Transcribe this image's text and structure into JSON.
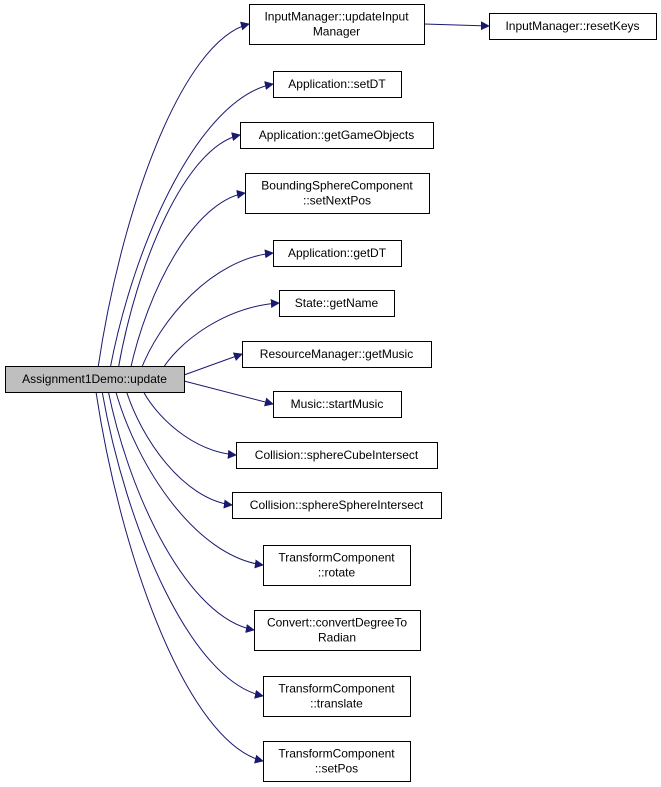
{
  "diagram": {
    "type": "call-graph",
    "colors": {
      "root_fill": "#bfbfbf",
      "node_fill": "#ffffff",
      "node_border": "#000000",
      "edge": "#191970"
    },
    "root": {
      "id": "assignment1demo-update",
      "lines": [
        "Assignment1Demo::update"
      ]
    },
    "callees": [
      {
        "id": "inputmanager-updateinputmanager",
        "lines": [
          "InputManager::updateInput",
          "Manager"
        ]
      },
      {
        "id": "application-setdt",
        "lines": [
          "Application::setDT"
        ]
      },
      {
        "id": "application-getgameobjects",
        "lines": [
          "Application::getGameObjects"
        ]
      },
      {
        "id": "boundingspherecomponent-setnextpos",
        "lines": [
          "BoundingSphereComponent",
          "::setNextPos"
        ]
      },
      {
        "id": "application-getdt",
        "lines": [
          "Application::getDT"
        ]
      },
      {
        "id": "state-getname",
        "lines": [
          "State::getName"
        ]
      },
      {
        "id": "resourcemanager-getmusic",
        "lines": [
          "ResourceManager::getMusic"
        ]
      },
      {
        "id": "music-startmusic",
        "lines": [
          "Music::startMusic"
        ]
      },
      {
        "id": "collision-spherecubeintersect",
        "lines": [
          "Collision::sphereCubeIntersect"
        ]
      },
      {
        "id": "collision-spheresphereintersect",
        "lines": [
          "Collision::sphereSphereIntersect"
        ]
      },
      {
        "id": "transformcomponent-rotate",
        "lines": [
          "TransformComponent",
          "::rotate"
        ]
      },
      {
        "id": "convert-convertdegreetoradian",
        "lines": [
          "Convert::convertDegreeTo",
          "Radian"
        ]
      },
      {
        "id": "transformcomponent-translate",
        "lines": [
          "TransformComponent",
          "::translate"
        ]
      },
      {
        "id": "transformcomponent-setpos",
        "lines": [
          "TransformComponent",
          "::setPos"
        ]
      }
    ],
    "secondary": [
      {
        "id": "inputmanager-resetkeys",
        "lines": [
          "InputManager::resetKeys"
        ],
        "caller": "inputmanager-updateinputmanager"
      }
    ]
  }
}
